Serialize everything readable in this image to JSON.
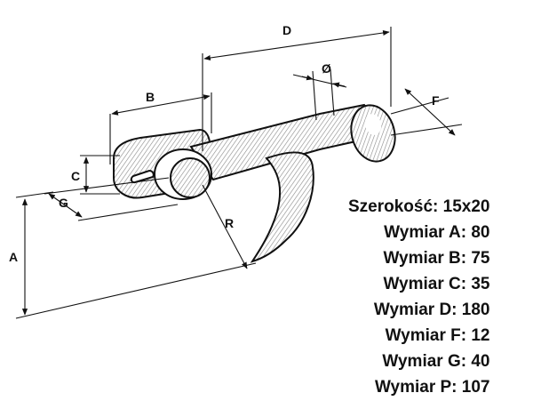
{
  "dimension_labels": {
    "A": "A",
    "B": "B",
    "C": "C",
    "D": "D",
    "F": "F",
    "G": "G",
    "R": "R",
    "diameter": "Ø"
  },
  "specs": [
    {
      "label": "Szerokość:",
      "value": "15x20"
    },
    {
      "label": "Wymiar A:",
      "value": "80"
    },
    {
      "label": "Wymiar B:",
      "value": "75"
    },
    {
      "label": "Wymiar C:",
      "value": "35"
    },
    {
      "label": "Wymiar D:",
      "value": "180"
    },
    {
      "label": "Wymiar F:",
      "value": "12"
    },
    {
      "label": "Wymiar G:",
      "value": "40"
    },
    {
      "label": "Wymiar P:",
      "value": "107"
    }
  ],
  "colors": {
    "line": "#111111",
    "shade": "#bdbdbd",
    "background": "#ffffff"
  }
}
